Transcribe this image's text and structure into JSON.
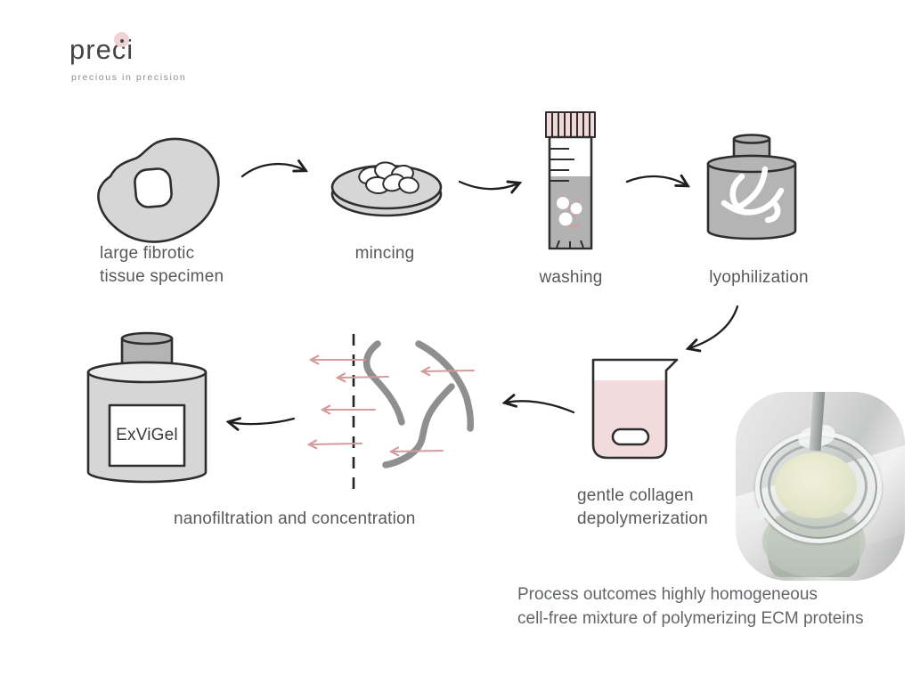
{
  "logo": {
    "name": "preci",
    "tagline": "precious in precision"
  },
  "steps": [
    {
      "id": "specimen",
      "label": "large fibrotic\ntissue specimen"
    },
    {
      "id": "mincing",
      "label": "mincing"
    },
    {
      "id": "washing",
      "label": "washing"
    },
    {
      "id": "lyophilization",
      "label": "lyophilization"
    },
    {
      "id": "depolymerization",
      "label": "gentle collagen\ndepolymerization"
    },
    {
      "id": "nanofiltration",
      "label": "nanofiltration and concentration"
    }
  ],
  "product": {
    "name": "ExViGel"
  },
  "caption": {
    "text": "Process outcomes highly homogeneous\ncell-free mixture of polymerizing ECM proteins"
  },
  "illustrations": {
    "icons": [
      "tissue-blob-icon",
      "mincing-dish-icon",
      "washing-tube-icon",
      "lyophilization-bottle-icon",
      "depolymerization-beaker-icon",
      "filtration-membrane-icon",
      "exvigel-bottle-icon",
      "flow-arrow-icon",
      "stirring-beaker-photo"
    ]
  },
  "colors": {
    "ink": "#2e2e2e",
    "gray-light": "#d6d6d6",
    "gray-mid": "#b4b4b4",
    "tube-liquid": "#b2b2b2",
    "fiber": "#8f8f8f",
    "pink": "#f2dbdd",
    "pink-arrow": "#d49c9c",
    "dot-pink": "#eed2d4",
    "text": "#57585a",
    "caption": "#636668"
  }
}
